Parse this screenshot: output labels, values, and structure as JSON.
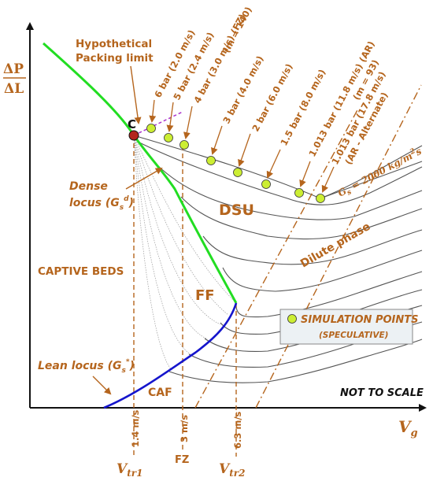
{
  "axes": {
    "y_label_top": "ΔP",
    "y_label_bottom": "ΔL",
    "x_label": "V",
    "x_label_sub": "g"
  },
  "labels": {
    "hypothetical_line1": "Hypothetical",
    "hypothetical_line2": "Packing limit",
    "point_c": "C",
    "dense_line1": "Dense",
    "dense_line2_prefix": "locus (G",
    "dense_sub": "s",
    "dense_sup": "d",
    "dense_suffix": ")",
    "dsu": "DSU",
    "ff": "FF",
    "captive_beds": "CAPTIVE BEDS",
    "dilute_phase": "Dilute  phase",
    "lean_prefix": "Lean locus (G",
    "lean_sub": "s",
    "lean_sup": "*",
    "lean_suffix": ")",
    "caf": "CAF",
    "not_to_scale": "NOT TO SCALE",
    "gs_prefix": "G",
    "gs_sub": "s",
    "gs_value": " = 2000 kg/m",
    "gs_sup": "2",
    "gs_suffix": "s"
  },
  "legend": {
    "line1": "SIMULATION POINTS",
    "line2": "(SPECULATIVE)"
  },
  "pressure_labels": [
    "6 bar (2.0 m/s)",
    "5 bar (2.4 m/s)",
    "4 bar (3.0 m/s) (FZ)",
    "3 bar (4.0 m/s)",
    "2 bar (6.0 m/s)",
    "1.5 bar (8.0 m/s)",
    "1.013 bar (11.8 m/s) (AR)",
    "1.013 bar (17.8 m/s)"
  ],
  "pressure_extra": {
    "m140": "(m = 140)",
    "ar_alt": "(AR - Alternate)",
    "m93": "(m = 93)"
  },
  "velocity_markers": [
    {
      "value": "1.4 m/s",
      "name": "V",
      "sub": "tr1"
    },
    {
      "value": "3 m/s",
      "name": "FZ",
      "sub": ""
    },
    {
      "value": "6.3 m/s",
      "name": "V",
      "sub": "tr2"
    }
  ],
  "colors": {
    "label": "#b5651d",
    "dense_locus": "#22dd22",
    "lean_locus": "#1515cc",
    "sim_point": "#ccee33",
    "point_c": "#b3261e",
    "packing_limit": "#aa33cc",
    "legend_bg": "#ecf1f4"
  }
}
